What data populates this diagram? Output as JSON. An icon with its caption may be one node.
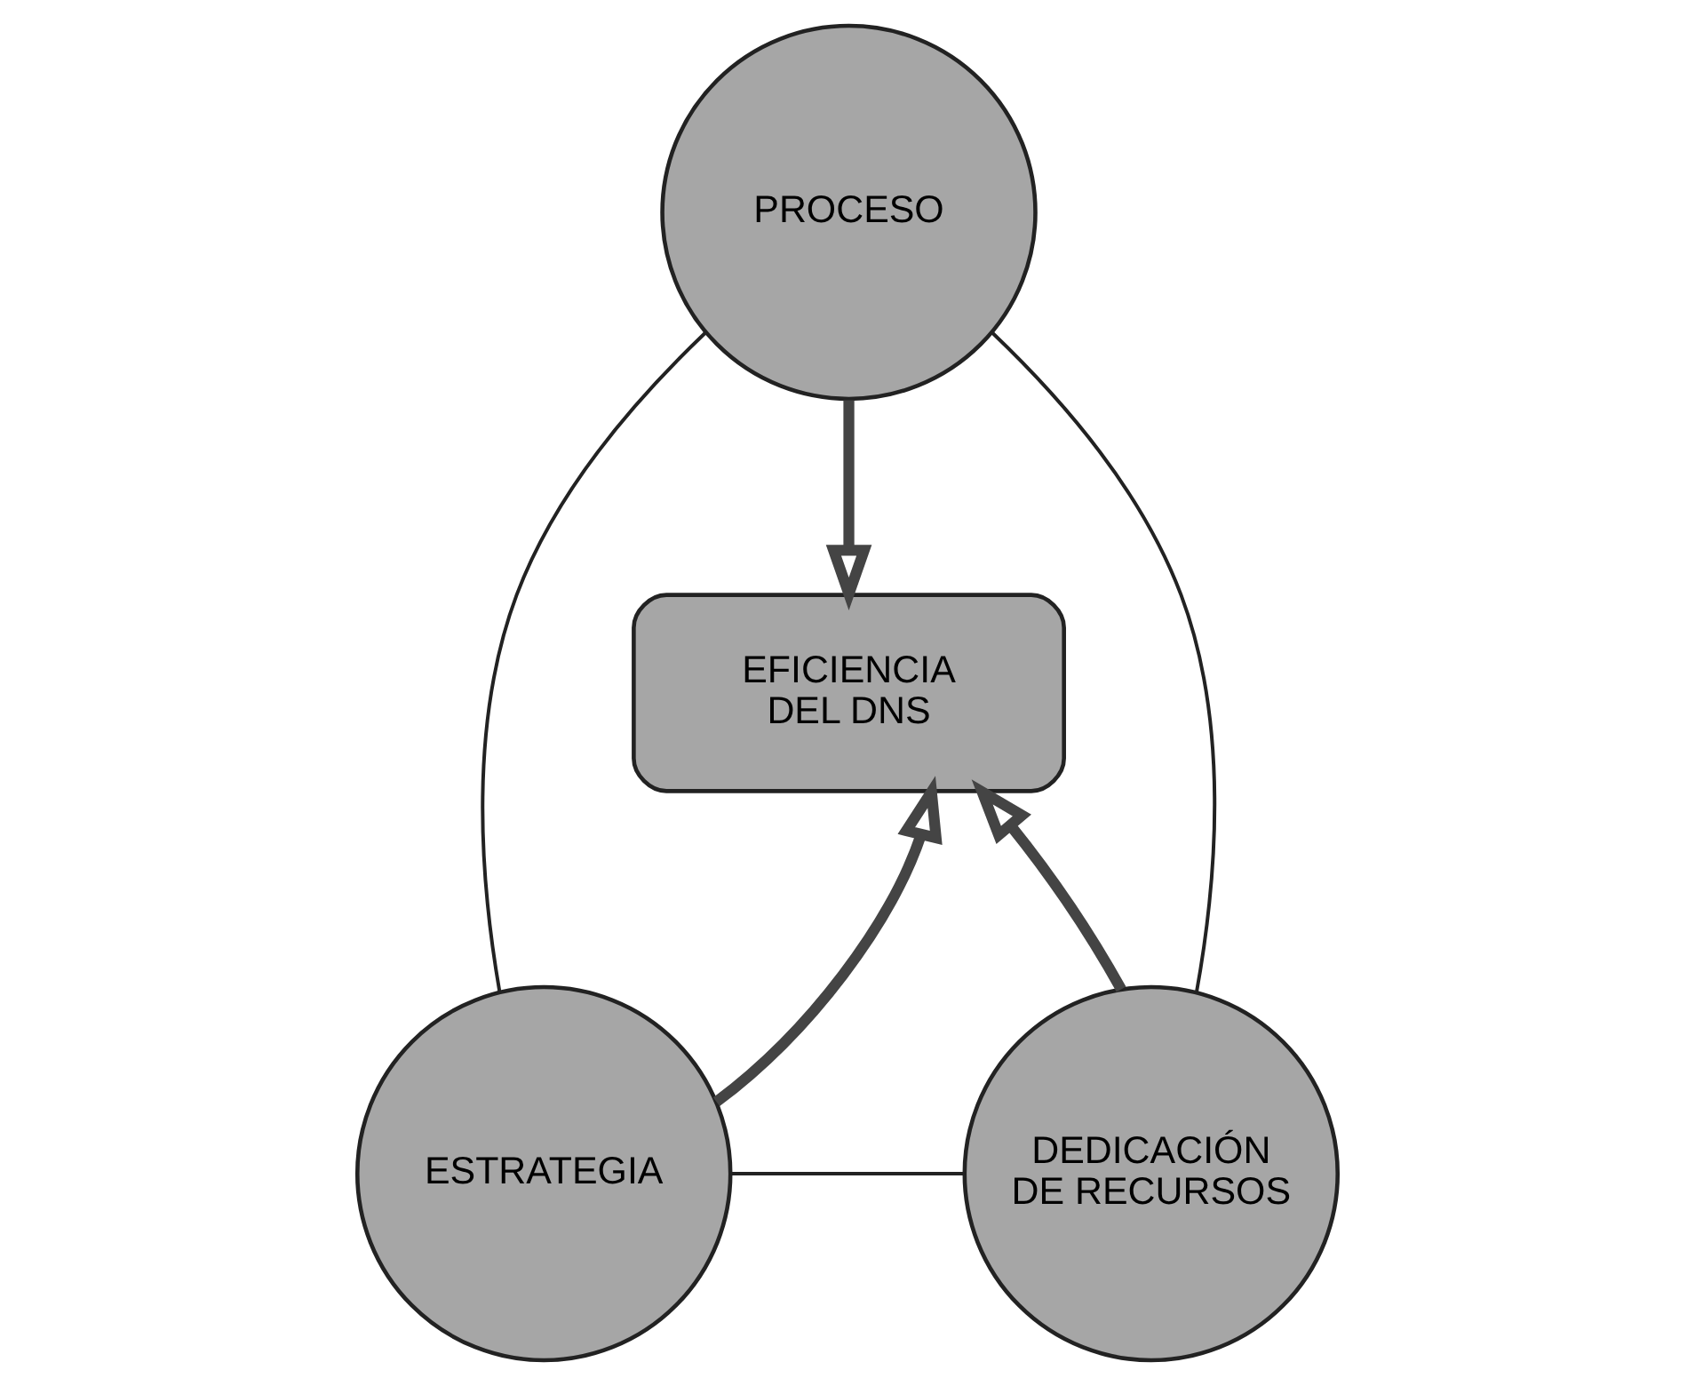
{
  "diagram": {
    "nodes": [
      {
        "text": [
          "PROCESO"
        ]
      },
      {
        "text": [
          "EFICIENCIA DEL DNS"
        ]
      },
      {
        "text": [
          "ESTRATEGIA"
        ]
      },
      {
        "text": [
          "DEDICACIÓN DE RECURSOS"
        ]
      }
    ],
    "edges": [
      {
        "from": 0,
        "to": 2,
        "arrow": "none"
      },
      {
        "from": 0,
        "to": 3,
        "arrow": "none"
      },
      {
        "from": 2,
        "to": 3,
        "arrow": "none"
      },
      {
        "from": 0,
        "to": 1,
        "arrow": "to",
        "style": "thick"
      },
      {
        "from": 2,
        "to": 1,
        "arrow": "to",
        "style": "thick"
      },
      {
        "from": 3,
        "to": 1,
        "arrow": "to",
        "style": "thick"
      }
    ]
  }
}
